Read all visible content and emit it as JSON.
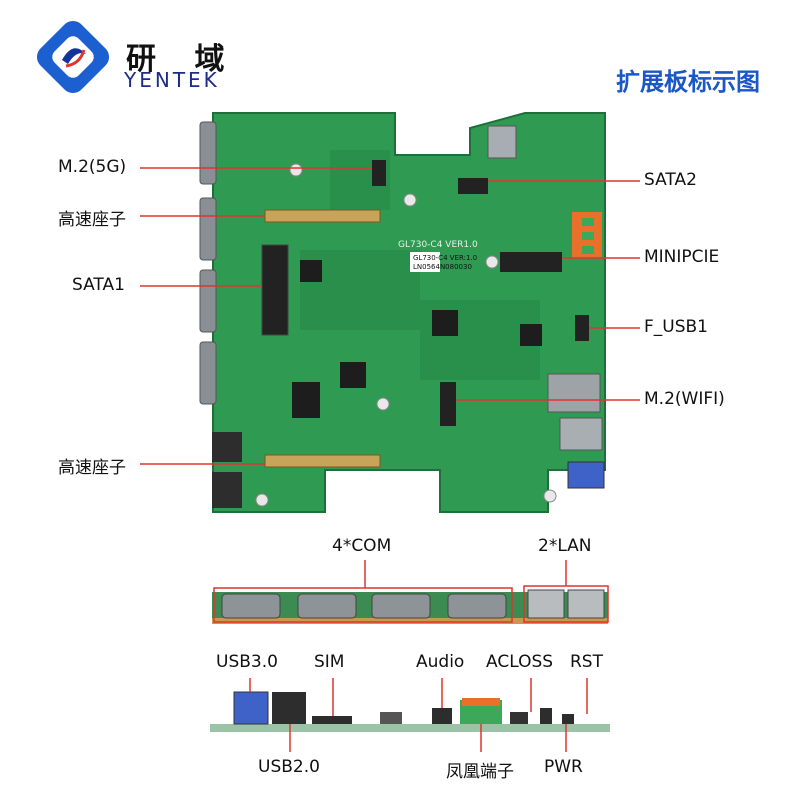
{
  "brand": {
    "name_cn": "研 域",
    "name_en": "YENTEK",
    "colors": {
      "blue": "#1c5fd1",
      "dark_blue": "#13349a"
    }
  },
  "page_title": "扩展板标示图",
  "board_labels": {
    "left": [
      {
        "id": "m2-5g",
        "text": "M.2(5G)"
      },
      {
        "id": "hs-connector-top",
        "text": "高速座子"
      },
      {
        "id": "sata1",
        "text": "SATA1"
      },
      {
        "id": "hs-connector-bottom",
        "text": "高速座子"
      }
    ],
    "right": [
      {
        "id": "sata2",
        "text": "SATA2"
      },
      {
        "id": "minipcie",
        "text": "MINIPCIE"
      },
      {
        "id": "f-usb1",
        "text": "F_USB1"
      },
      {
        "id": "m2-wifi",
        "text": "M.2(WIFI)"
      }
    ]
  },
  "pcb_silkscreen": {
    "model": "GL730-C4 VER1.0",
    "model2": "GL730-C4 VER:1.0",
    "serial": "LN0564N080030"
  },
  "io_panel_1": {
    "com_label": "4*COM",
    "lan_label": "2*LAN"
  },
  "io_panel_2": {
    "top": [
      "USB3.0",
      "SIM",
      "Audio",
      "ACLOSS",
      "RST"
    ],
    "bottom": [
      "USB2.0",
      "凤凰端子",
      "PWR"
    ]
  },
  "colors": {
    "pcb_green": "#2f9a52",
    "pcb_dark": "#1f7a3f",
    "line_red": "#e0342f",
    "title_blue": "#1a57c7"
  }
}
